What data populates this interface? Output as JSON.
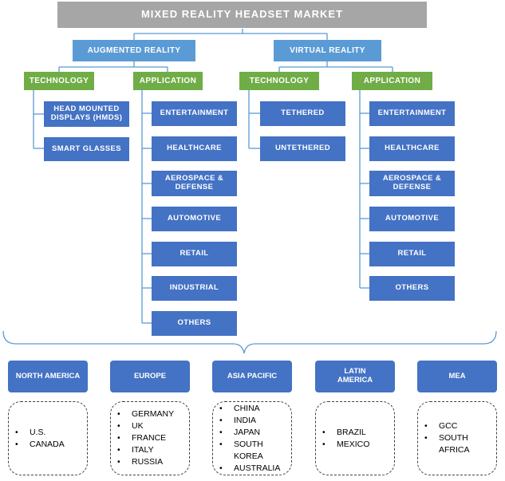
{
  "title": "MIXED REALITY HEADSET MARKET",
  "branches": [
    {
      "label": "AUGMENTED REALITY",
      "technology": {
        "label": "TECHNOLOGY",
        "items": [
          "HEAD MOUNTED DISPLAYS (HMDs)",
          "SMART GLASSES"
        ]
      },
      "application": {
        "label": "APPLICATION",
        "items": [
          "ENTERTAINMENT",
          "HEALTHCARE",
          "AEROSPACE & DEFENSE",
          "AUTOMOTIVE",
          "RETAIL",
          "INDUSTRIAL",
          "OTHERS"
        ]
      }
    },
    {
      "label": "VIRTUAL REALITY",
      "technology": {
        "label": "TECHNOLOGY",
        "items": [
          "TETHERED",
          "UNTETHERED"
        ]
      },
      "application": {
        "label": "APPLICATION",
        "items": [
          "ENTERTAINMENT",
          "HEALTHCARE",
          "AEROSPACE & DEFENSE",
          "AUTOMOTIVE",
          "RETAIL",
          "OTHERS"
        ]
      }
    }
  ],
  "regions": [
    {
      "label": "NORTH AMERICA",
      "countries": [
        "U.S.",
        "CANADA"
      ]
    },
    {
      "label": "EUROPE",
      "countries": [
        "GERMANY",
        "UK",
        "FRANCE",
        "ITALY",
        "RUSSIA"
      ]
    },
    {
      "label": "ASIA PACIFIC",
      "countries": [
        "CHINA",
        "INDIA",
        "JAPAN",
        "SOUTH KOREA",
        "AUSTRALIA"
      ]
    },
    {
      "label": "LATIN AMERICA",
      "countries": [
        "BRAZIL",
        "MEXICO"
      ]
    },
    {
      "label": "MEA",
      "countries": [
        "GCC",
        "SOUTH AFRICA"
      ]
    }
  ],
  "colors": {
    "title": "#a6a6a6",
    "reality": "#5b9bd5",
    "category": "#70ad47",
    "leaf": "#4472c4",
    "connector": "#5b9bd5"
  }
}
